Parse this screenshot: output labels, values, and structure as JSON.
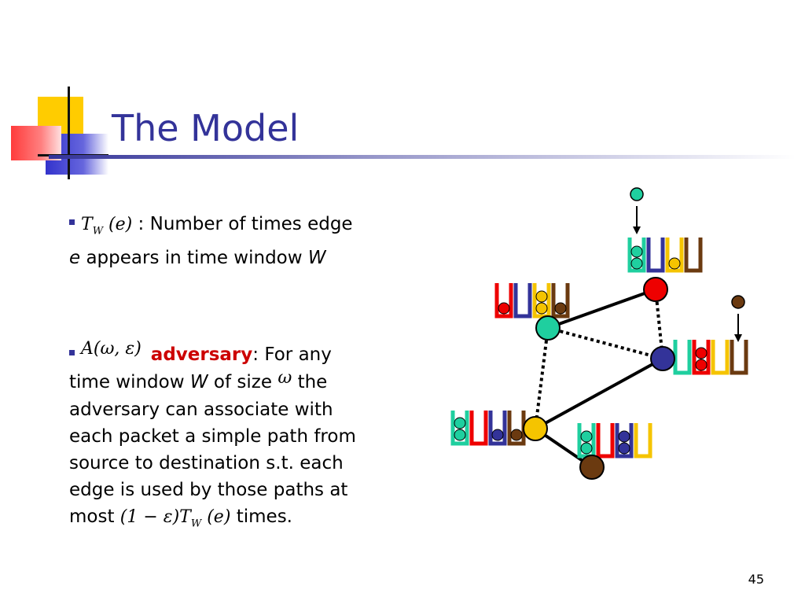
{
  "slide": {
    "title": "The Model",
    "page_number": "45",
    "bullet1": {
      "math_symbol": "T",
      "math_subscript": "W",
      "math_arg": " (e)",
      "text_a": " : Number of times edge",
      "var_e": "e",
      "text_b": " appears in time window ",
      "var_W": "W"
    },
    "bullet2": {
      "math_adversary": "A(ω, ε)",
      "keyword": "adversary",
      "text_a": ": For any",
      "text_b": "time window ",
      "var_W": "W",
      "text_c": " of size ",
      "var_omega": "ω",
      "text_d": " the",
      "line3": "adversary can associate with",
      "line4": "each packet a simple path from",
      "line5": "source to destination s.t. each",
      "line6": "edge is used by those paths at",
      "text_most": "most ",
      "math_bound": "(1 − ε)T",
      "math_bound_sub": "W",
      "math_bound_arg": " (e)",
      "text_times": " times."
    }
  },
  "colors": {
    "title": "#333399",
    "keyword": "#cc0000",
    "teal": "#1fcf9f",
    "red": "#ee0000",
    "blue": "#333399",
    "yellow": "#f5c400",
    "brown": "#6b3a10"
  }
}
